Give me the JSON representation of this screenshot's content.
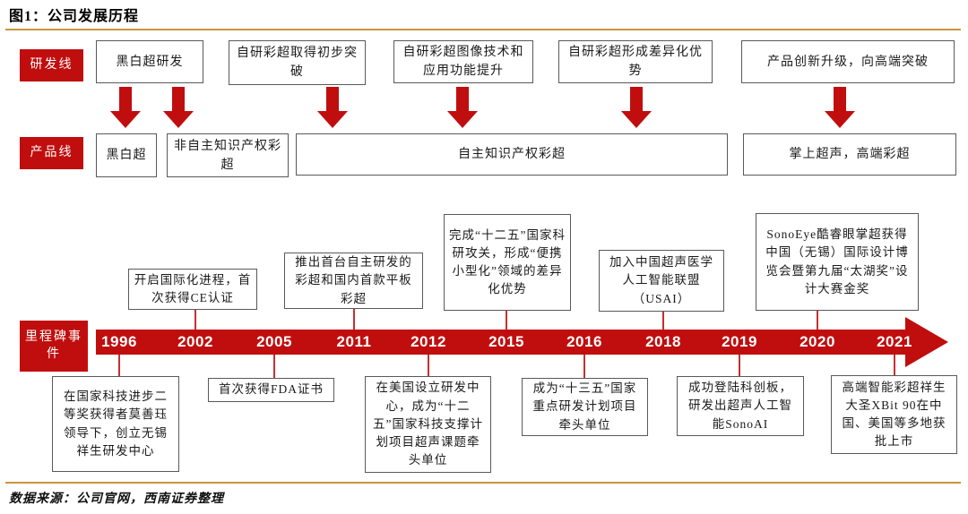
{
  "title": "图1：公司发展历程",
  "source": "数据来源：公司官网，西南证券整理",
  "colors": {
    "accent_red": "#c00e0e",
    "divider_gold": "#c8963e",
    "box_border": "#595959",
    "connector_red": "#c53030"
  },
  "rnd": {
    "label": "研发线",
    "boxes": [
      "黑白超研发",
      "自研彩超取得初步突破",
      "自研彩超图像技术和应用功能提升",
      "自研彩超形成差异化优势",
      "产品创新升级，向高端突破"
    ]
  },
  "product": {
    "label": "产品线",
    "boxes": [
      "黑白超",
      "非自主知识产权彩超",
      "自主知识产权彩超",
      "掌上超声，高端彩超"
    ]
  },
  "timeline": {
    "label": "里程碑事件",
    "years": [
      "1996",
      "2002",
      "2005",
      "2011",
      "2012",
      "2015",
      "2016",
      "2018",
      "2019",
      "2020",
      "2021"
    ],
    "events_above": [
      {
        "year": "2002",
        "text": "开启国际化进程，首次获得CE认证"
      },
      {
        "year": "2011",
        "text": "推出首台自主研发的彩超和国内首款平板彩超"
      },
      {
        "year": "2015",
        "text": "完成“十二五”国家科研攻关，形成“便携小型化”领域的差异化优势"
      },
      {
        "year": "2018",
        "text": "加入中国超声医学人工智能联盟（USAI）"
      },
      {
        "year": "2020",
        "text": "SonoEye酷睿眼掌超获得中国（无锡）国际设计博览会暨第九届“太湖奖”设计大赛金奖"
      }
    ],
    "events_below": [
      {
        "year": "1996",
        "text": "在国家科技进步二等奖获得者莫善珏领导下，创立无锡祥生研发中心"
      },
      {
        "year": "2005",
        "text": "首次获得FDA证书"
      },
      {
        "year": "2012",
        "text": "在美国设立研发中心，成为“十二五”国家科技支撑计划项目超声课题牵头单位"
      },
      {
        "year": "2016",
        "text": "成为“十三五”国家重点研发计划项目牵头单位"
      },
      {
        "year": "2019",
        "text": "成功登陆科创板，研发出超声人工智能SonoAI"
      },
      {
        "year": "2021",
        "text": "高端智能彩超祥生大圣XBit 90在中国、美国等多地获批上市"
      }
    ]
  }
}
